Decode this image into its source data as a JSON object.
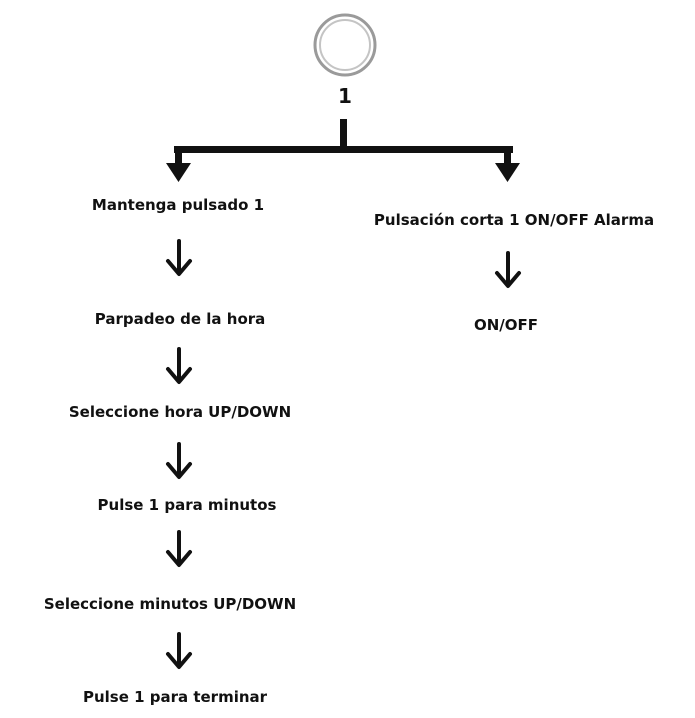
{
  "button": {
    "label": "1",
    "icon": "circle-button-icon"
  },
  "left_branch": {
    "steps": [
      "Mantenga pulsado 1",
      "Parpadeo de la hora",
      "Seleccione hora UP/DOWN",
      "Pulse 1 para minutos",
      "Seleccione minutos UP/DOWN",
      "Pulse 1 para terminar"
    ]
  },
  "right_branch": {
    "steps": [
      "Pulsación corta 1 ON/OFF Alarma",
      "ON/OFF"
    ]
  },
  "colors": {
    "line": "#111111",
    "circle_outer": "#9a9a9a",
    "circle_inner": "#c4c4c4"
  }
}
